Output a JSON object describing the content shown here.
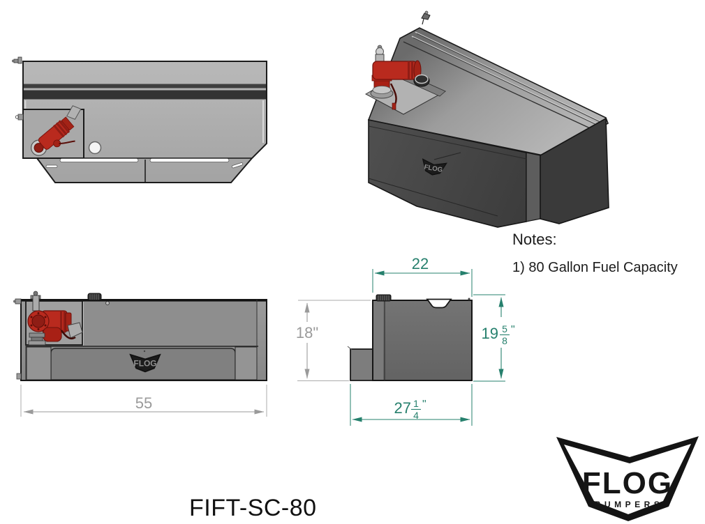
{
  "sheet": {
    "part_number": "FIFT-SC-80",
    "notes": {
      "heading": "Notes:",
      "items": [
        "1) 80 Gallon Fuel Capacity"
      ]
    }
  },
  "views": {
    "front": {
      "dim_width": "55"
    },
    "side": {
      "dim_top_width": "22",
      "dim_height_left": "18\"",
      "dim_height_right": {
        "whole": "19",
        "numerator": "5",
        "denominator": "8",
        "unit": "\""
      },
      "dim_bottom_width": {
        "whole": "27",
        "numerator": "1",
        "denominator": "4",
        "unit": "\""
      }
    }
  },
  "logo": {
    "brand": "FLOG",
    "tagline": "BUMPERS"
  },
  "colors": {
    "dimension_teal": "#26806d",
    "dimension_gray": "#9a9a9a",
    "pump_red": "#b92a1e",
    "tank_light_gray": "#adadad",
    "tank_mid_gray": "#8e8e8e",
    "tank_dark_gray": "#454545",
    "ink": "#161616"
  }
}
